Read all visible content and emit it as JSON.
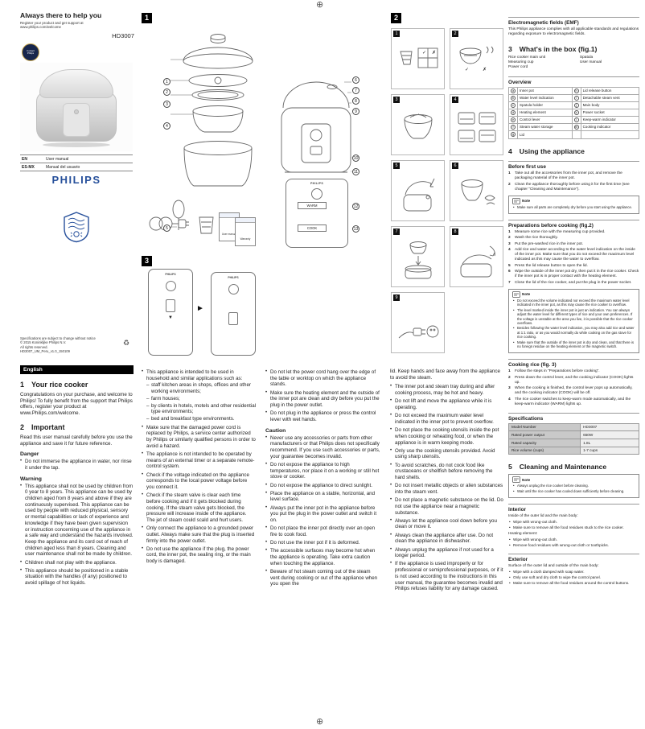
{
  "page": {
    "reg_mark": "⊕"
  },
  "masthead": {
    "tagline": "Always there to help you",
    "register_line1": "Register your product and get support at",
    "register_line2": "www.philips.com/welcome",
    "model": "HD3007",
    "badge_lines": [
      "Contact",
      "Philips"
    ],
    "languages": [
      {
        "code": "EN",
        "label": "User manual"
      },
      {
        "code": "ES-MX",
        "label": "Manual del usuario"
      }
    ],
    "brand": "PHILIPS",
    "legal_lines": [
      "Specifications are subject to change without notice",
      "© 2015 Koninklijke Philips N.V.",
      "All rights reserved.",
      "HD3007_UM_Peru_v1.0_150109"
    ],
    "recycle_icon": "♻"
  },
  "figures": {
    "fig1": {
      "label": "1",
      "callouts": [
        "1",
        "2",
        "3",
        "4",
        "5",
        "6",
        "7",
        "8",
        "9",
        "10",
        "11",
        "12",
        "13"
      ],
      "warm": "WARM",
      "cook": "COOK",
      "brand": "PHILIPS",
      "cards": [
        "User manual",
        "Warranty"
      ]
    },
    "fig2": {
      "label": "2",
      "steps": [
        "1",
        "2",
        "3",
        "4",
        "5",
        "6",
        "7",
        "8",
        "9"
      ],
      "check": "✓",
      "cross": "✗"
    },
    "fig3": {
      "label": "3",
      "brand": "PHILIPS",
      "arrow": "►",
      "press": "▼"
    }
  },
  "right": {
    "emf_title": "Electromagnetic fields (EMF)",
    "emf_body": "This Philips appliance complies with all applicable standards and regulations regarding exposure to electromagnetic fields.",
    "box": {
      "num": "3",
      "title": "What's in the box (fig.1)"
    },
    "box_col1": [
      "Rice cooker main unit",
      "Measuring cup",
      "Power cord"
    ],
    "box_col2": [
      "Spatula",
      "User manual"
    ],
    "overview_title": "Overview",
    "overview_rows": [
      {
        "l1": "a",
        "t1": "Inner pot",
        "l2": "h",
        "t2": "Lid release button"
      },
      {
        "l1": "b",
        "t1": "Water level indication",
        "l2": "i",
        "t2": "Detachable steam vent"
      },
      {
        "l1": "c",
        "t1": "Spatula holder",
        "l2": "j",
        "t2": "Main body"
      },
      {
        "l1": "d",
        "t1": "Heating element",
        "l2": "k",
        "t2": "Power socket"
      },
      {
        "l1": "e",
        "t1": "Control lever",
        "l2": "l",
        "t2": "Keep-warm indicator"
      },
      {
        "l1": "f",
        "t1": "Steam water storage",
        "l2": "m",
        "t2": "Cooking indicator"
      },
      {
        "l1": "g",
        "t1": "Lid",
        "l2": "",
        "t2": ""
      }
    ],
    "using": {
      "num": "4",
      "title": "Using the appliance"
    },
    "before_title": "Before first use",
    "before_steps": [
      "Take out all the accessories from the inner pot, and remove the packaging material of the inner pot.",
      "Clean the appliance thoroughly before using it for the first time (see chapter “Cleaning and Maintenance”)."
    ],
    "note_label": "Note",
    "before_note": [
      "Make sure all parts are completely dry before you start using the appliance."
    ],
    "prep_title": "Preparations before cooking (fig.2)",
    "prep_steps": [
      "Measure some rice with the measuring cup provided.",
      "Wash the rice thoroughly.",
      "Put the pre-washed rice in the inner pot.",
      "Add rice and water according to the water level indication on the inside of the inner pot. Make sure that you do not exceed the maximum level indicated as this may cause the water to overflow.",
      "Press the lid release button to open the lid.",
      "Wipe the outside of the inner pot dry, then put it in the rice cooker. Check if the inner pot is in proper contact with the heating element.",
      "Close the lid of the rice cooker, and put the plug in the power socket."
    ],
    "prep_note": [
      "Do not exceed the volume indicated nor exceed the maximum water level indicated in the inner pot, as this may cause the rice cooker to overflow.",
      "The level marked inside the inner pot is just an indication. You can always adjust the water level for different types of rice and your own preferences. If the voltage is unstable at the area you live, it is possible that the rice cooker overflows.",
      "Besides following the water level indication, you may also add rice and water at 1:1 ratio, or as you would normally do while cooking on the gas stove for rice cooking.",
      "Make sure that the outside of the inner pot is dry and clean, and that there is no foreign residue on the heating element or the magnetic switch."
    ],
    "cook_title": "Cooking rice (fig. 3)",
    "cook_steps": [
      "Follow the steps in “Preparations before cooking”.",
      "Press down the control lever, and the cooking indicator (COOK) lights up.",
      "When the cooking is finished, the control lever pops up automatically, and the cooking indicator (COOK) will be off.",
      "The rice cooker switches to keep-warm mode automatically, and the keep-warm indicator (WARM) lights up."
    ],
    "spec_title": "Specifications",
    "spec_rows": [
      {
        "k": "Model Number",
        "v": "HD3007"
      },
      {
        "k": "Rated power output",
        "v": "650W"
      },
      {
        "k": "Rated capacity",
        "v": "1.8L"
      },
      {
        "k": "Rice volume (cups)",
        "v": "1-7 cups"
      }
    ],
    "clean": {
      "num": "5",
      "title": "Cleaning and Maintenance"
    },
    "clean_note": [
      "Always unplug the rice cooker before cleaning.",
      "Wait until the rice cooker has cooled down sufficiently before cleaning."
    ],
    "interior_title": "Interior",
    "interior_intro": "Inside of the outer lid and the main body:",
    "interior_b1": [
      "Wipe with wrung-out cloth.",
      "Make sure to remove all the food residues stuck to the rice cooker."
    ],
    "interior_intro2": "Heating element:",
    "interior_b2": [
      "Wipe with wrung-out cloth.",
      "Remove food residues with wrung-out cloth or toothpicks."
    ],
    "exterior_title": "Exterior",
    "exterior_intro": "Surface of the outer lid and outside of the main body:",
    "exterior_b": [
      "Wipe with a cloth damped with soap water.",
      "Only use soft and dry cloth to wipe the control panel.",
      "Make sure to remove all the food residues around the control buttons."
    ]
  },
  "safety": {
    "language_bar": "English",
    "sec1": {
      "num": "1",
      "title": "Your rice cooker"
    },
    "sec1_body": "Congratulations on your purchase, and welcome to Philips! To fully benefit from the support that Philips offers, register your product at www.Philips.com/welcome.",
    "sec2": {
      "num": "2",
      "title": "Important"
    },
    "sec2_body": "Read this user manual carefully before you use the appliance and save it for future reference.",
    "danger_title": "Danger",
    "danger_items": [
      "Do not immerse the appliance in water, nor rinse it under the tap."
    ],
    "warning_title": "Warning",
    "warning_items": [
      "This appliance shall not be used by children from 0 year to 8 years. This appliance can be used by children aged from 8 years and above if they are continuously supervised. This appliance can be used by people with reduced physical, sensory or mental capabilities or lack of experience and knowledge if they have been given supervision or instruction concerning use of the appliance in a safe way and understand the hazards involved. Keep the appliance and its cord out of reach of children aged less than 8 years. Cleaning and user maintenance shall not be made by children.",
      "Children shall not play with the appliance.",
      "This appliance should be positioned in a stable situation with the handles (if any) positioned to avoid spillage of hot liquids."
    ],
    "household_intro": "This appliance is intended to be used in household and similar applications such as:",
    "household_sub": [
      "staff kitchen areas in shops, offices and other working environments;",
      "farm houses;",
      "by clients in hotels, motels and other residential type environments;",
      "bed and breakfast type environments."
    ],
    "col2_items": [
      "Make sure that the damaged power cord is replaced by Philips, a service center authorized by Philips or similarly qualified persons in order to avoid a hazard.",
      "The appliance is not intended to be operated by means of an external timer or a separate remote-control system.",
      "Check if the voltage indicated on the appliance corresponds to the local power voltage before you connect it.",
      "Check if the steam valve is clear each time before cooking and if it gets blocked during cooking. If the steam valve gets blocked, the pressure will increase inside of the appliance. The jet of steam could scald and hurt users.",
      "Only connect the appliance to a grounded power outlet. Always make sure that the plug is inserted firmly into the power outlet.",
      "Do not use the appliance if the plug, the power cord, the inner pot, the sealing ring, or the main body is damaged."
    ],
    "col3_items": [
      "Do not let the power cord hang over the edge of the table or worktop on which the appliance stands.",
      "Make sure the heating element and the outside of the inner pot are clean and dry before you put the plug in the power outlet.",
      "Do not plug in the appliance or press the control lever with wet hands."
    ],
    "caution_title": "Caution",
    "caution_items": [
      "Never use any accessories or parts from other manufacturers or that Philips does not specifically recommend. If you use such accessories or parts, your guarantee becomes invalid.",
      "Do not expose the appliance to high temperatures, nor place it on a working or still hot stove or cooker.",
      "Do not expose the appliance to direct sunlight.",
      "Place the appliance on a stable, horizontal, and level surface.",
      "Always put the inner pot in the appliance before you put the plug in the power outlet and switch it on.",
      "Do not place the inner pot directly over an open fire to cook food.",
      "Do not use the inner pot if it is deformed.",
      "The accessible surfaces may become hot when the appliance is operating. Take extra caution when touching the appliance.",
      "Beware of hot steam coming out of the steam vent during cooking or out of the appliance when you open the"
    ],
    "col4_continuation": "lid. Keep hands and face away from the appliance to avoid the steam.",
    "col4_items": [
      "The inner pot and steam tray during and after cooking process, may be hot and heavy.",
      "Do not lift and move the appliance while it is operating.",
      "Do not exceed the maximum water level indicated in the inner pot to prevent overflow.",
      "Do not place the cooking utensils inside the pot when cooking or reheating food, or when the appliance is in warm keeping mode.",
      "Only use the cooking utensils provided. Avoid using sharp utensils.",
      "To avoid scratches, do not cook food like crustaceans or shellfish before removing the hard shells.",
      "Do not insert metallic objects or alien substances into the steam vent.",
      "Do not place a magnetic substance on the lid. Do not use the appliance near a magnetic substance.",
      "Always let the appliance cool down before you clean or move it.",
      "Always clean the appliance after use. Do not clean the appliance in dishwasher.",
      "Always unplug the appliance if not used for a longer period.",
      "If the appliance is used improperly or for professional or semiprofessional purposes, or if it is not used according to the instructions in this user manual, the guarantee becomes invalid and Philips refuses liability for any damage caused."
    ]
  }
}
